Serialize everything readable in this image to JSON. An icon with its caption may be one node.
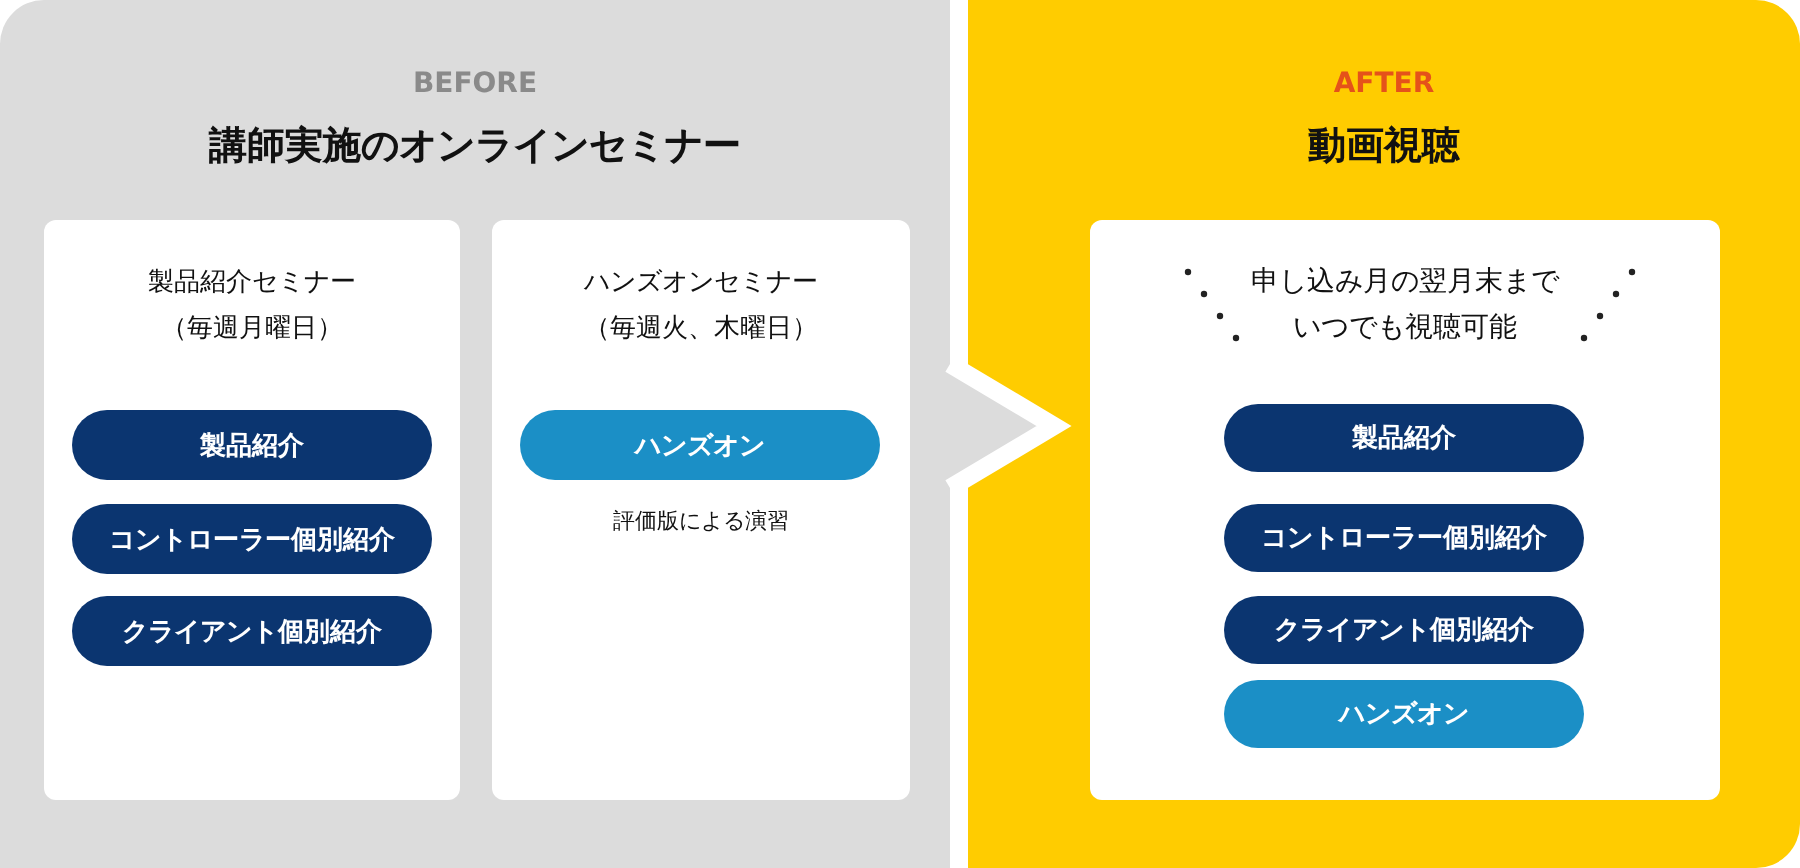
{
  "diagram": {
    "nodes": [
      {
        "text": [
          "BEFORE",
          "講師実施のオンラインセミナー"
        ]
      },
      {
        "text": [
          "製品紹介セミナー（毎週月曜日）"
        ],
        "in": 0
      },
      {
        "text": [
          "製品紹介"
        ],
        "in": 1
      },
      {
        "text": [
          "コントローラー個別紹介"
        ],
        "in": 1
      },
      {
        "text": [
          "クライアント個別紹介"
        ],
        "in": 1
      },
      {
        "text": [
          "ハンズオンセミナー（毎週火、木曜日）",
          "評価版による演習"
        ],
        "in": 0
      },
      {
        "text": [
          "ハンズオン"
        ],
        "in": 5
      },
      {
        "text": [
          "AFTER",
          "動画視聴"
        ]
      },
      {
        "text": [
          "申し込み月の翌月末までいつでも視聴可能"
        ],
        "in": 7
      },
      {
        "text": [
          "製品紹介"
        ],
        "in": 8
      },
      {
        "text": [
          "コントローラー個別紹介"
        ],
        "in": 8
      },
      {
        "text": [
          "クライアント個別紹介"
        ],
        "in": 8
      },
      {
        "text": [
          "ハンズオン"
        ],
        "in": 8
      }
    ],
    "edges": [
      {
        "from": 0,
        "to": 7,
        "arrow": "to"
      }
    ]
  }
}
